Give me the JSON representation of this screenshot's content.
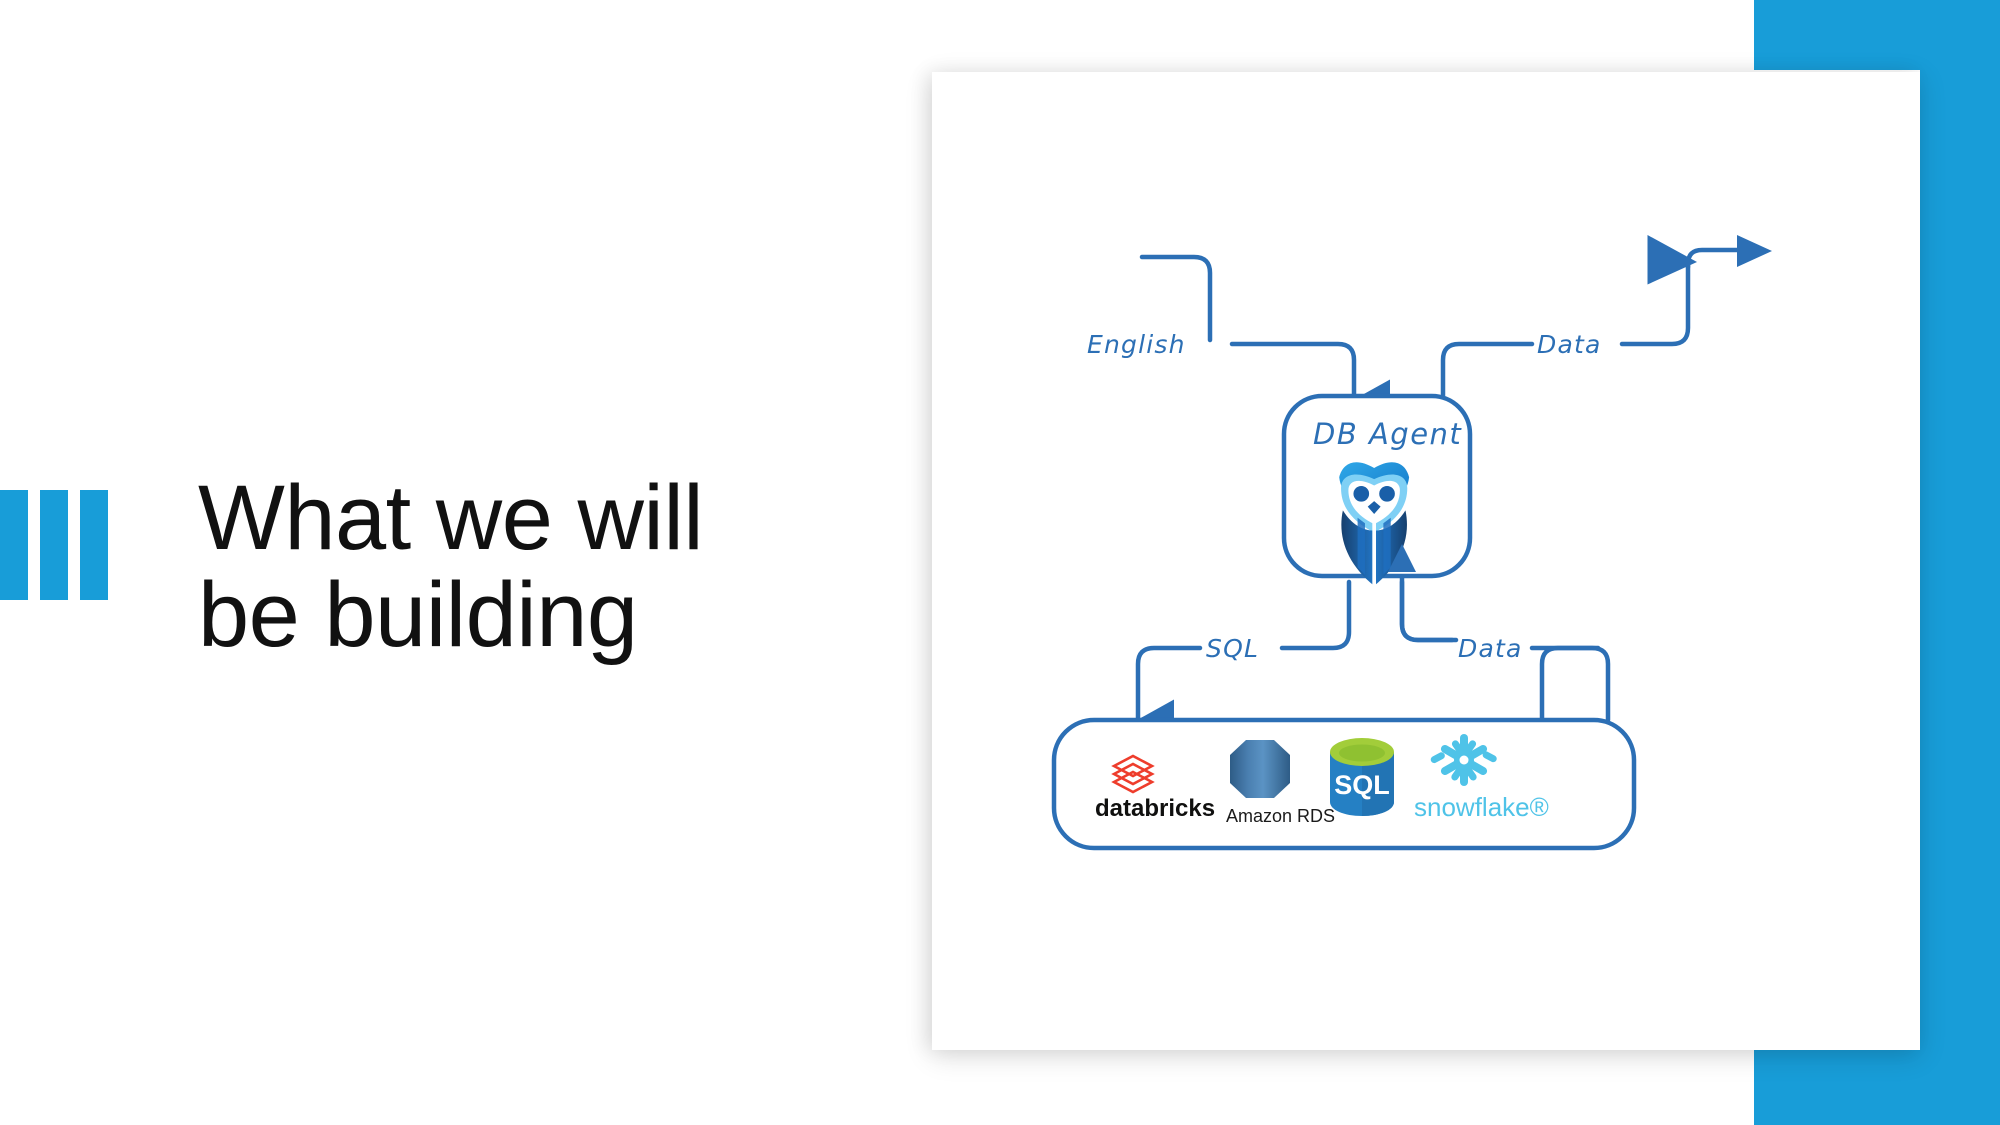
{
  "slide": {
    "title": "What we will\nbe building",
    "accent_color": "#189DD8",
    "accent_bars": [
      "bar-1",
      "bar-2",
      "bar-3"
    ]
  },
  "diagram": {
    "type": "flow-diagram",
    "agent_node": {
      "label": "DB Agent",
      "icon": "owl-icon"
    },
    "flow_labels": {
      "input_english": "English",
      "output_data": "Data",
      "down_sql": "SQL",
      "up_data": "Data"
    },
    "edges": [
      {
        "name": "user-to-agent",
        "label": "English",
        "direction": "down"
      },
      {
        "name": "agent-to-user",
        "label": "Data",
        "direction": "right"
      },
      {
        "name": "agent-to-db",
        "label": "SQL",
        "direction": "down"
      },
      {
        "name": "db-to-agent",
        "label": "Data",
        "direction": "up"
      }
    ],
    "databases": [
      {
        "name": "databricks",
        "label": "databricks",
        "icon": "databricks-icon",
        "color": "#EE3D2C"
      },
      {
        "name": "amazon-rds",
        "label": "Amazon RDS",
        "icon": "amazon-rds-icon",
        "color": "#4A7FB0"
      },
      {
        "name": "sql-server",
        "label": "SQL",
        "icon": "sql-database-icon",
        "color": "#2580C4"
      },
      {
        "name": "snowflake",
        "label": "snowflake®",
        "icon": "snowflake-icon",
        "color": "#4FC3E8"
      }
    ],
    "stroke_color": "#2C6FB5"
  }
}
